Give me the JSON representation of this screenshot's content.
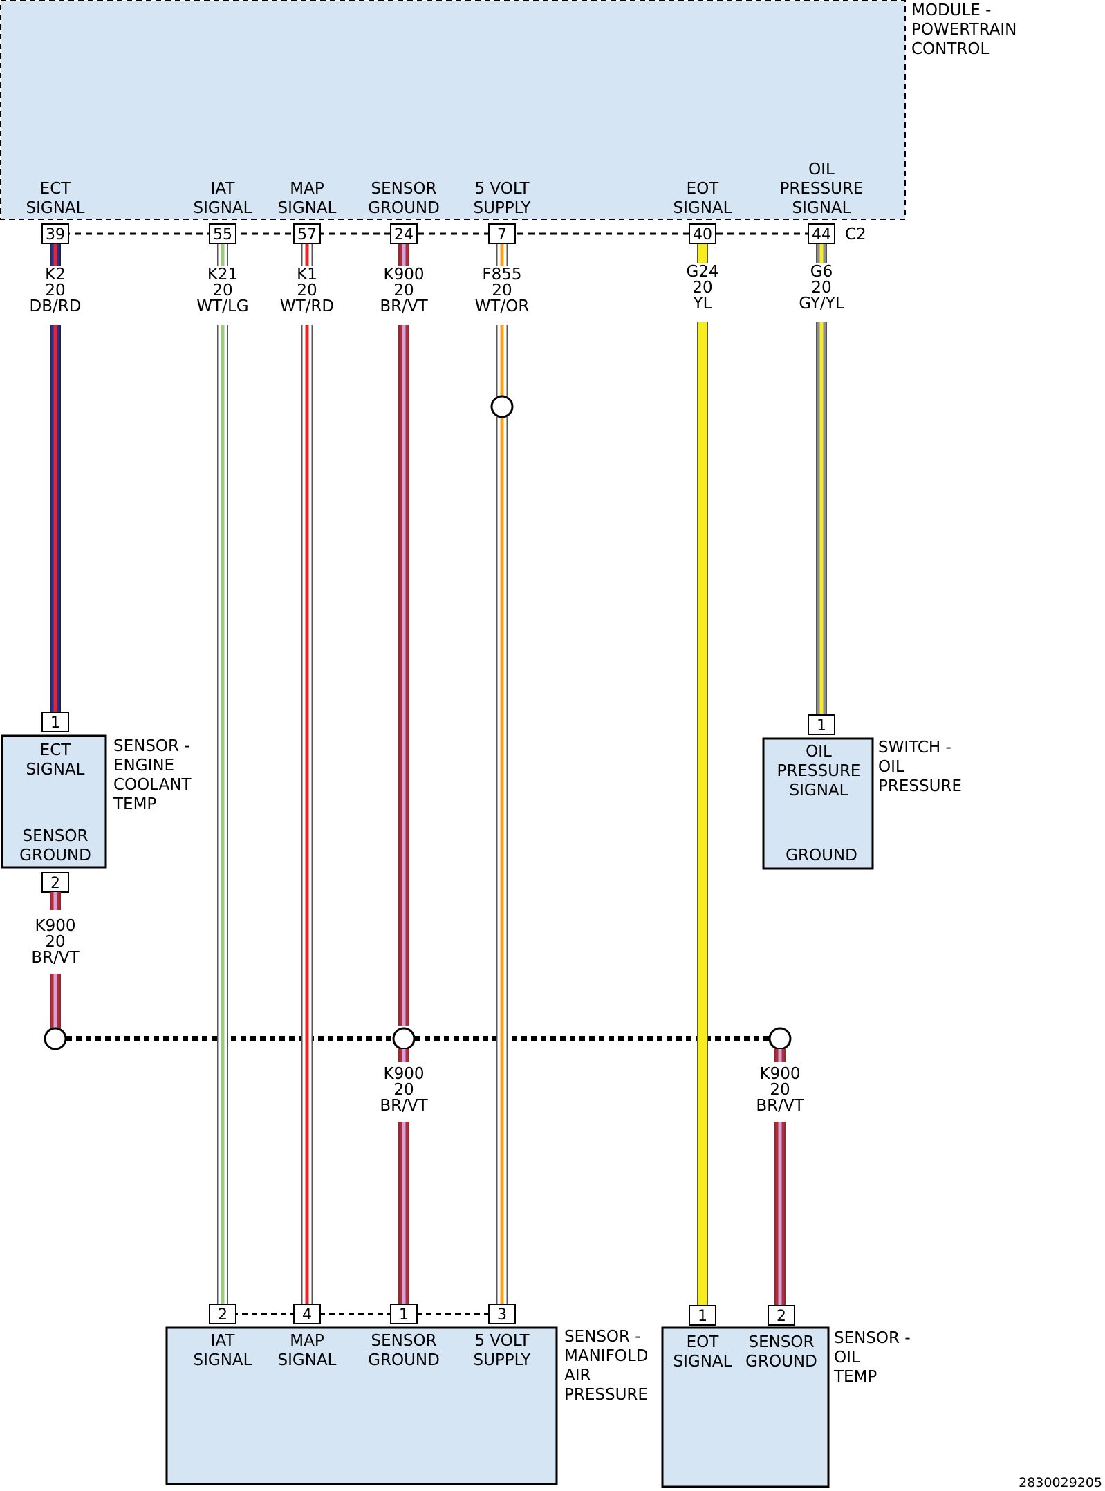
{
  "pcm": {
    "title_lines": [
      "MODULE -",
      "POWERTRAIN",
      "CONTROL"
    ],
    "connector": "C2",
    "signals": [
      {
        "lines": [
          "ECT",
          "SIGNAL"
        ],
        "pin": "39"
      },
      {
        "lines": [
          "IAT",
          "SIGNAL"
        ],
        "pin": "55"
      },
      {
        "lines": [
          "MAP",
          "SIGNAL"
        ],
        "pin": "57"
      },
      {
        "lines": [
          "SENSOR",
          "GROUND"
        ],
        "pin": "24"
      },
      {
        "lines": [
          "5 VOLT",
          "SUPPLY"
        ],
        "pin": "7"
      },
      {
        "lines": [
          "EOT",
          "SIGNAL"
        ],
        "pin": "40"
      },
      {
        "lines": [
          "OIL",
          "PRESSURE",
          "SIGNAL"
        ],
        "pin": "44"
      }
    ]
  },
  "wires": [
    {
      "circuit": "K2",
      "gauge": "20",
      "color": "DB/RD",
      "base": "#2b2e8c",
      "stripe": "#e8232a"
    },
    {
      "circuit": "K21",
      "gauge": "20",
      "color": "WT/LG",
      "base": "#ffffff",
      "stripe": "#9ccc7e"
    },
    {
      "circuit": "K1",
      "gauge": "20",
      "color": "WT/RD",
      "base": "#ffffff",
      "stripe": "#e8232a"
    },
    {
      "circuit": "K900",
      "gauge": "20",
      "color": "BR/VT",
      "base": "#a8323c",
      "stripe": "#d9a0d8"
    },
    {
      "circuit": "F855",
      "gauge": "20",
      "color": "WT/OR",
      "base": "#ffffff",
      "stripe": "#f5a31c"
    },
    {
      "circuit": "G24",
      "gauge": "20",
      "color": "YL",
      "base": "#f7ec1f",
      "stripe": "#f7ec1f"
    },
    {
      "circuit": "G6",
      "gauge": "20",
      "color": "GY/YL",
      "base": "#8e8e8e",
      "stripe": "#f7ec1f"
    }
  ],
  "ground_wires": [
    {
      "circuit": "K900",
      "gauge": "20",
      "color": "BR/VT"
    },
    {
      "circuit": "K900",
      "gauge": "20",
      "color": "BR/VT"
    },
    {
      "circuit": "K900",
      "gauge": "20",
      "color": "BR/VT"
    }
  ],
  "ect_sensor": {
    "pin_top": "1",
    "pin_bottom": "2",
    "signal_lines": [
      "ECT",
      "SIGNAL"
    ],
    "ground_lines": [
      "SENSOR",
      "GROUND"
    ],
    "title_lines": [
      "SENSOR -",
      "ENGINE",
      "COOLANT",
      "TEMP"
    ]
  },
  "oil_pressure_switch": {
    "pin": "1",
    "signal_lines": [
      "OIL",
      "PRESSURE",
      "SIGNAL"
    ],
    "ground_label": "GROUND",
    "title_lines": [
      "SWITCH -",
      "OIL",
      "PRESSURE"
    ]
  },
  "map_sensor": {
    "title_lines": [
      "SENSOR -",
      "MANIFOLD",
      "AIR",
      "PRESSURE"
    ],
    "pins": [
      {
        "pin": "2",
        "lines": [
          "IAT",
          "SIGNAL"
        ]
      },
      {
        "pin": "4",
        "lines": [
          "MAP",
          "SIGNAL"
        ]
      },
      {
        "pin": "1",
        "lines": [
          "SENSOR",
          "GROUND"
        ]
      },
      {
        "pin": "3",
        "lines": [
          "5 VOLT",
          "SUPPLY"
        ]
      }
    ]
  },
  "oil_temp_sensor": {
    "title_lines": [
      "SENSOR -",
      "OIL",
      "TEMP"
    ],
    "pins": [
      {
        "pin": "1",
        "lines": [
          "EOT",
          "SIGNAL"
        ]
      },
      {
        "pin": "2",
        "lines": [
          "SENSOR",
          "GROUND"
        ]
      }
    ]
  },
  "figure_number": "2830029205",
  "colors": {
    "box_fill": "#d6e5f4",
    "outline": "#000000"
  }
}
